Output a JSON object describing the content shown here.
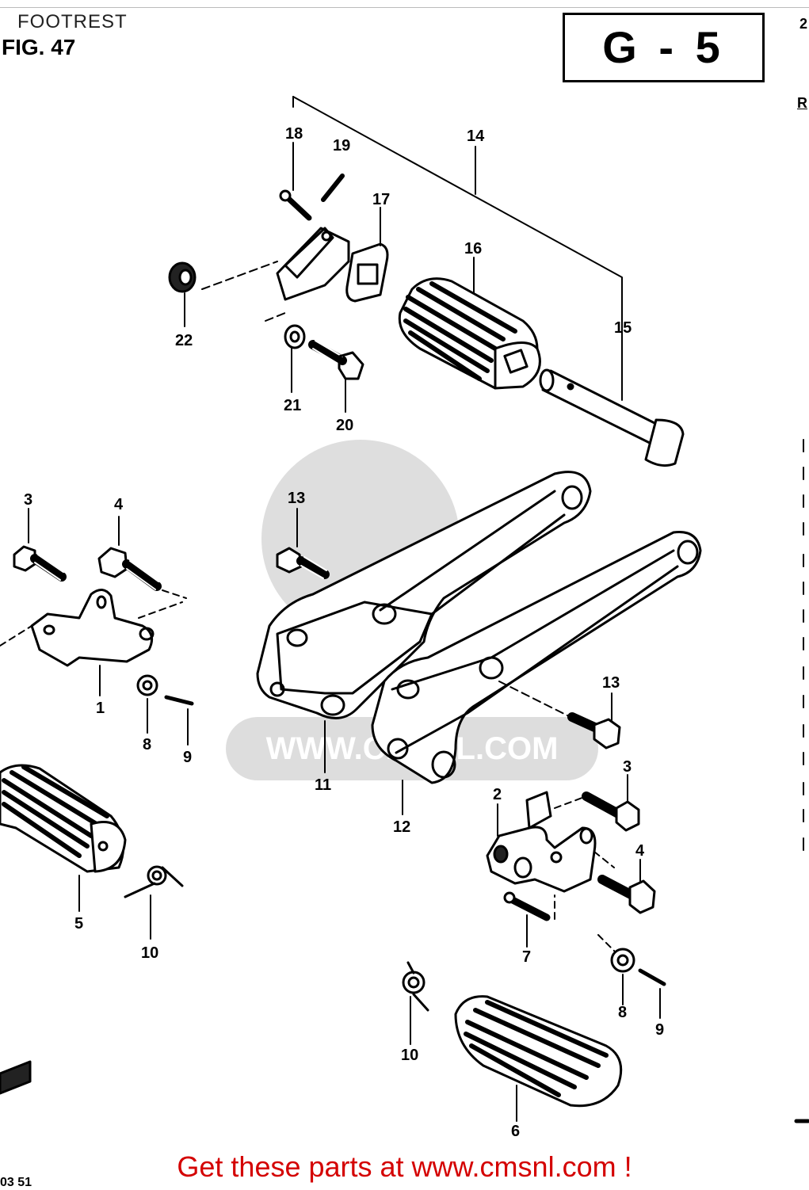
{
  "page": {
    "title": "FOOTREST",
    "figure": "FIG. 47",
    "section_code": "G - 5",
    "watermark": "WWW.CMSNL.COM",
    "footer": "Get these parts at www.cmsnl.com !",
    "bottom_left_code": "03 51",
    "right_edge_top": "2",
    "right_edge_sub": "R"
  },
  "callouts": [
    "1",
    "2",
    "3",
    "4",
    "5",
    "6",
    "7",
    "8",
    "9",
    "10",
    "11",
    "12",
    "13",
    "14",
    "15",
    "16",
    "17",
    "18",
    "19",
    "20",
    "21",
    "22"
  ]
}
